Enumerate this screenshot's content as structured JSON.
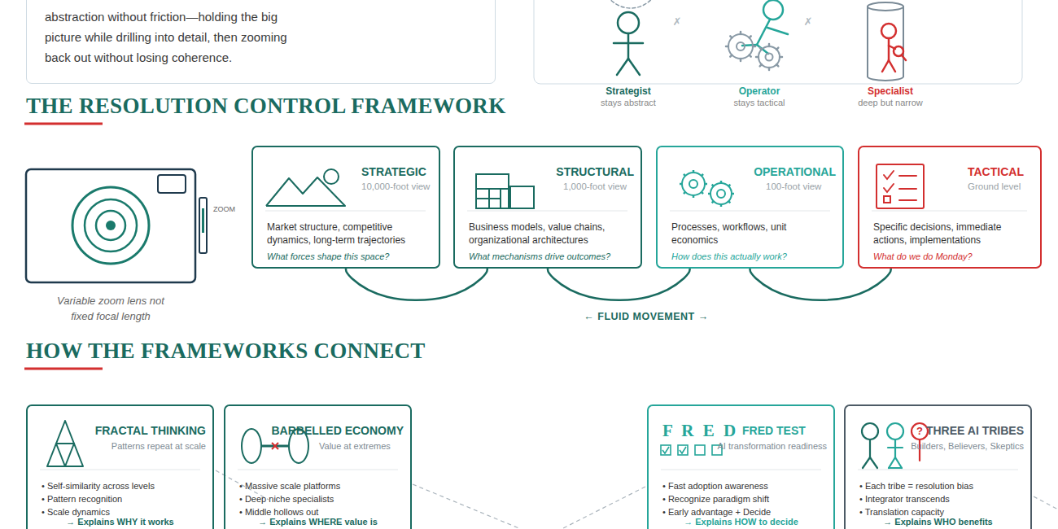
{
  "diagram": {
    "title": "THE RESOLUTION CONTROL FRAMEWORK",
    "nodes": [
      {
        "text": [
          "abstraction without friction—holding the big picture while drilling into detail, then zooming back out without losing coherence."
        ]
      },
      {
        "text": [
          "STRATEGIC",
          "10,000-foot view",
          "Market structure, competitive dynamics, long-term trajectories",
          "What forces shape this space?"
        ]
      },
      {
        "text": [
          "STRUCTURAL",
          "1,000-foot view",
          "Business models, value chains, organizational architectures",
          "What mechanisms drive outcomes?"
        ]
      },
      {
        "text": [
          "OPERATIONAL",
          "100-foot view",
          "Processes, workflows, unit economics",
          "How does this actually work?"
        ]
      },
      {
        "text": [
          "TACTICAL",
          "Ground level",
          "Specific decisions, immediate actions, implementations",
          "What do we do Monday?"
        ]
      },
      {
        "text": [
          "FRACTAL THINKING",
          "Patterns repeat at scale",
          "• Self-similarity across levels",
          "• Pattern recognition",
          "• Scale dynamics",
          "→ Explains WHY it works"
        ]
      },
      {
        "text": [
          "BARBELLED ECONOMY",
          "Value at extremes",
          "• Massive scale platforms",
          "• Deep niche specialists",
          "• Middle hollows out",
          "→ Explains WHERE value is"
        ]
      },
      {
        "text": [
          "F R E D",
          "FRED TEST",
          "AI transformation readiness",
          "• Fast adoption awareness",
          "• Recognize paradigm shift",
          "• Early advantage + Decide",
          "→ Explains HOW to decide"
        ]
      },
      {
        "text": [
          "THREE AI TRIBES",
          "Builders, Believers, Skeptics",
          "• Each tribe = resolution bias",
          "• Integrator transcends",
          "• Translation capacity",
          "→ Explains WHO benefits"
        ]
      }
    ],
    "edges": [
      {
        "from": 1,
        "to": 2,
        "arrow": "none"
      },
      {
        "from": 2,
        "to": 3,
        "arrow": "none"
      },
      {
        "from": 3,
        "to": 4,
        "arrow": "none"
      }
    ],
    "labels": [
      "✗",
      "✗",
      "Strategist",
      "stays abstract",
      "Operator",
      "stays tactical",
      "Specialist",
      "deep but narrow",
      "ZOOM",
      "Variable zoom lens not fixed focal length",
      "← FLUID MOVEMENT →",
      "HOW THE FRAMEWORKS CONNECT",
      "?"
    ]
  }
}
